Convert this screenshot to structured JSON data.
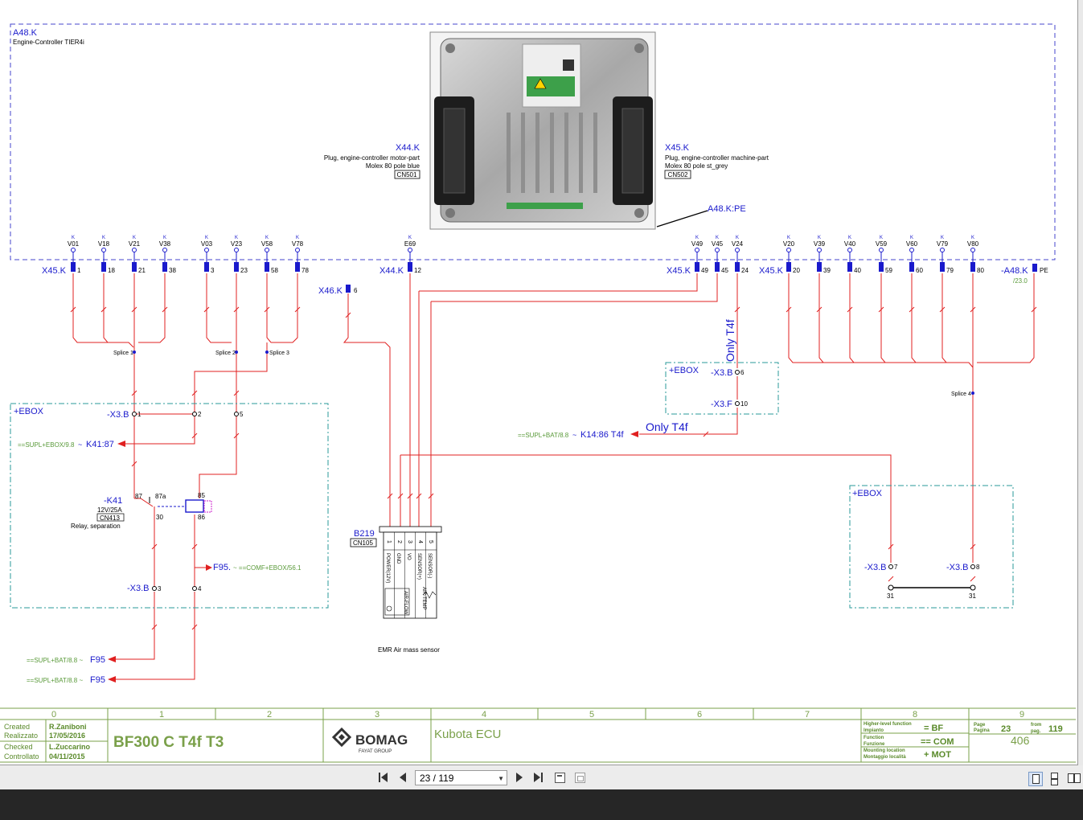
{
  "sheet": {
    "ecu_ref": "A48.K",
    "ecu_name": "Engine-Controller TIER4i",
    "plug_x44_ref": "X44.K",
    "plug_x44_line1": "Plug, engine-controller motor-part",
    "plug_x44_line2": "Molex 80 pole blue",
    "plug_x44_cn": "CN501",
    "plug_x45_ref": "X45.K",
    "plug_x45_line1": "Plug, engine-controller machine-part",
    "plug_x45_line2": "Molex 80 pole st_grey",
    "plug_x45_cn": "CN502",
    "pe_ref": "A48.K:PE",
    "k_label": "K",
    "pins_group1": [
      {
        "v": "V01",
        "n": "1"
      },
      {
        "v": "V18",
        "n": "18"
      },
      {
        "v": "V21",
        "n": "21"
      },
      {
        "v": "V38",
        "n": "38"
      },
      {
        "v": "V03",
        "n": "3"
      },
      {
        "v": "V23",
        "n": "23"
      },
      {
        "v": "V58",
        "n": "58"
      },
      {
        "v": "V78",
        "n": "78"
      }
    ],
    "pin_e69": {
      "v": "E69",
      "n": "12"
    },
    "pins_group2": [
      {
        "v": "V49",
        "n": "49"
      },
      {
        "v": "V45",
        "n": "45"
      },
      {
        "v": "V24",
        "n": "24"
      }
    ],
    "pins_group3": [
      {
        "v": "V20",
        "n": "20"
      },
      {
        "v": "V39",
        "n": "39"
      },
      {
        "v": "V40",
        "n": "40"
      },
      {
        "v": "V59",
        "n": "59"
      },
      {
        "v": "V60",
        "n": "60"
      },
      {
        "v": "V79",
        "n": "79"
      },
      {
        "v": "V80",
        "n": "80"
      }
    ],
    "x45k_label": "X45.K",
    "x44k_label": "X44.K",
    "x46k_label": "X46.K",
    "x46k_pin": "6",
    "a48k_pe_label": "-A48.K",
    "a48k_pe_pin": "PE",
    "a48k_pe_ref": "/23.0",
    "splice1": "Splice 1",
    "splice2": "Splice 2",
    "splice3": "Splice 3",
    "splice4": "Splice 4",
    "ebox": "+EBOX",
    "x3b": "-X3.B",
    "x3f": "-X3.F",
    "t1": "1",
    "t2": "2",
    "t3": "3",
    "t4": "4",
    "t5": "5",
    "t6": "6",
    "t7": "7",
    "t8": "8",
    "t10": "10",
    "only_t4f_vertical": "Only T4f",
    "only_t4f": "Only T4f",
    "ref_supl_ebox": "==SUPL+EBOX/9.8",
    "tilde": "~",
    "k41_87": "K41:87",
    "ref_supl_bat_1": "==SUPL+BAT/8.8",
    "k14_86": "K14:86 T4f",
    "k41": "-K41",
    "k41_rating": "12V/25A",
    "k41_cn": "CN413",
    "k41_desc": "Relay, separation",
    "relay_87": "87",
    "relay_87a": "87a",
    "relay_30": "30",
    "relay_85": "85",
    "relay_86": "86",
    "f95_dot": "F95.",
    "ref_comf": "~ ==COMF+EBOX/56.1",
    "ref_supl_bat_2": "==SUPL+BAT/8.8 ~",
    "f95": "F95",
    "ref_supl_bat_3": "==SUPL+BAT/8.8 ~",
    "f95_2": "F95",
    "b219": "B219",
    "b219_cn": "CN105",
    "b219_pins": [
      "1",
      "2",
      "3",
      "4",
      "5"
    ],
    "b219_sig": [
      "POWER(12V)",
      "GND",
      "VO",
      "SENSOR(+)",
      "SENSOR(-)"
    ],
    "b219_airflow": "AIR-FLOW",
    "b219_airtemp": "AIR-TEMP",
    "b219_desc": "EMR Air mass sensor",
    "gnd31_a": "31",
    "gnd31_b": "31"
  },
  "title_block": {
    "columns": [
      "0",
      "1",
      "2",
      "3",
      "4",
      "5",
      "6",
      "7",
      "8",
      "9"
    ],
    "created_label1": "Created",
    "created_label2": "Realizzato",
    "created_by": "R.Zaniboni",
    "created_date": "17/05/2016",
    "checked_label1": "Checked",
    "checked_label2": "Controllato",
    "checked_by": "L.Zuccarino",
    "checked_date": "04/11/2015",
    "drawing_title": "BF300 C T4f T3",
    "brand": "BOMAG",
    "brand_sub": "FAYAT GROUP",
    "page_title": "Kubota ECU",
    "hlf_label1": "Higher-level function",
    "hlf_label2": "Impianto",
    "hlf_value": "= BF",
    "func_label1": "Function",
    "func_label2": "Funzione",
    "func_value": "== COM",
    "mount_label1": "Mounting location",
    "mount_label2": "Montaggio località",
    "mount_value": "+ MOT",
    "page_label1": "Page",
    "page_label2": "Pagina",
    "page_value": "23",
    "from_label1": "from",
    "from_label2": "pag.",
    "from_value": "119",
    "doc_number": "406"
  },
  "viewer": {
    "page_indicator": "23 / 119",
    "icons": [
      "first-page-icon",
      "prev-page-icon",
      "next-page-icon",
      "last-page-icon",
      "fit-width-icon",
      "fit-page-icon",
      "single-page-view-icon",
      "continuous-view-icon",
      "two-page-view-icon"
    ]
  },
  "colors": {
    "wire": "#e02020",
    "label_blue": "#1a1acc",
    "frame_blue": "#4444cc",
    "ebox_teal": "#2a9a9a",
    "title_green": "#7aa04a",
    "ref_green": "#5a9a3a"
  }
}
